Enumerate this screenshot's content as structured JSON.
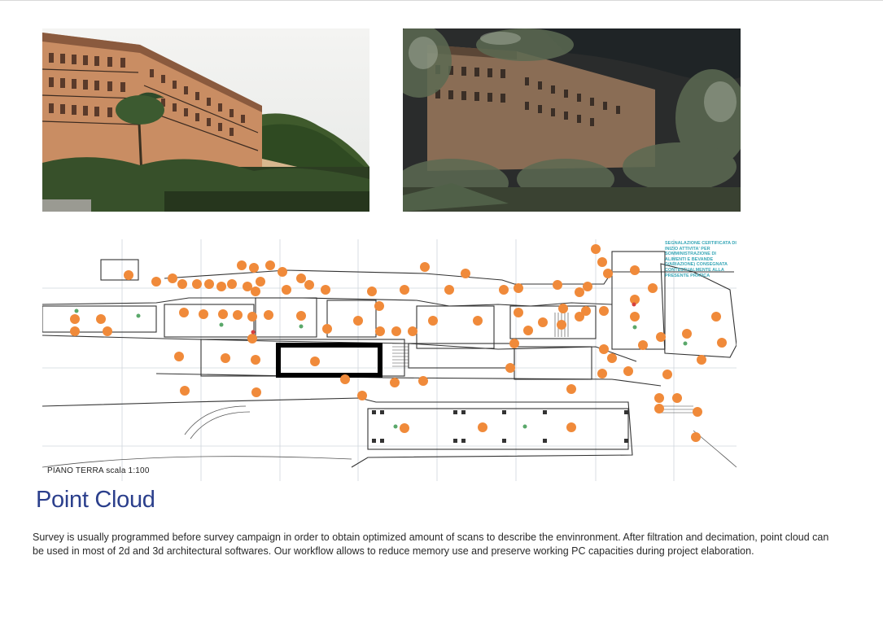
{
  "page": {
    "title": "Point Cloud",
    "description": "Survey is usually programmed  before survey campaign in order to obtain optimized amount of scans to describe the envinronment. After filtration and decimation, point cloud can be used in most of 2d and 3d architectural softwares. Our workflow allows to reduce memory use and preserve working PC capacities during project elaboration."
  },
  "plan": {
    "caption": "PIANO TERRA scala 1:100",
    "note": "SEGNALAZIONE CERTIFICATA DI INIZIO ATTIVITA' PER SOMMINISTRAZIONE DI ALIMENTI E BEVANDE (VARIAZIONE) CONSEGNATA CONTESTUALMENTE ALLA PRESENTE PRATICA",
    "marker_color": "#f08a3a",
    "accent_color": "#3aa8b8"
  },
  "colors": {
    "title": "#2b3f8c",
    "body_text": "#2a2a2a"
  }
}
